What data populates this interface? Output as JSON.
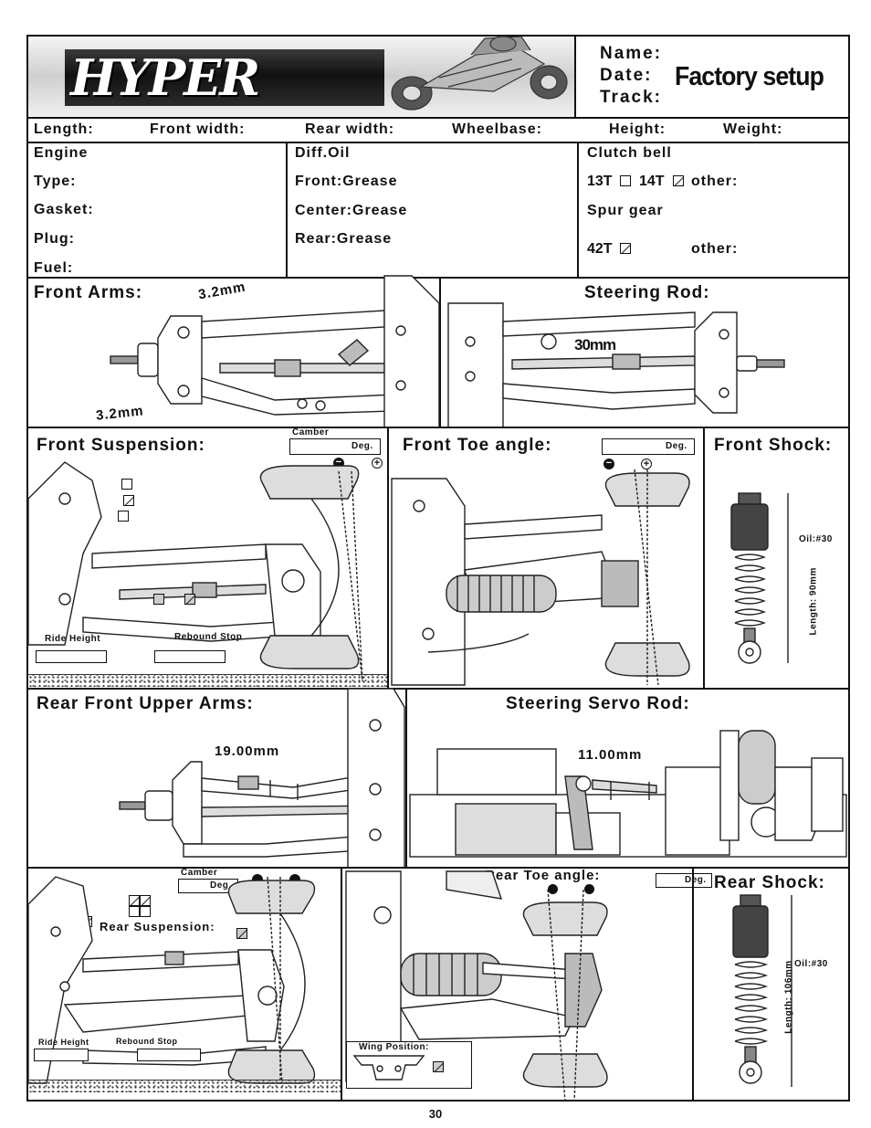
{
  "header": {
    "logo_text": "HYPER",
    "name_label": "Name:",
    "date_label": "Date:",
    "track_label": "Track:",
    "title": "Factory setup"
  },
  "dimensions": {
    "length": "Length:",
    "front_width": "Front width:",
    "rear_width": "Rear width:",
    "wheelbase": "Wheelbase:",
    "height": "Height:",
    "weight": "Weight:"
  },
  "engine": {
    "title": "Engine",
    "type": "Type:",
    "gasket": "Gasket:",
    "plug": "Plug:",
    "fuel": "Fuel:"
  },
  "diff": {
    "title": "Diff.Oil",
    "front": "Front:Grease",
    "center": "Center:Grease",
    "rear": "Rear:Grease"
  },
  "clutch": {
    "title": "Clutch bell",
    "opt1": "13T",
    "opt2": "14T",
    "other1": "other:",
    "spur_title": "Spur gear",
    "spur_opt": "42T",
    "other2": "other:"
  },
  "front_arms": {
    "title": "Front  Arms:",
    "dim_top": "3.2mm",
    "dim_bottom": "3.2mm"
  },
  "steering_rod": {
    "title": "Steering Rod:",
    "dim": "30mm"
  },
  "front_suspension": {
    "title": "Front Suspension:",
    "camber": "Camber",
    "deg": "Deg.",
    "ride_height": "Ride Height",
    "rebound_stop": "Rebound Stop"
  },
  "front_toe": {
    "title": "Front Toe angle:",
    "deg": "Deg."
  },
  "front_shock": {
    "title": "Front Shock:",
    "oil": "Oil:#30",
    "length": "Length:  90mm"
  },
  "rear_upper_arms": {
    "title": "Rear Front Upper Arms:",
    "dim": "19.00mm"
  },
  "steering_servo_rod": {
    "title": "Steering Servo Rod:",
    "dim": "11.00mm"
  },
  "rear_suspension": {
    "title": "Rear Suspension:",
    "camber": "Camber",
    "deg": "Deg.",
    "ride_height": "Ride Height",
    "rebound_stop": "Rebound Stop"
  },
  "rear_toe": {
    "title": "Rear Toe angle:",
    "deg": "Deg.",
    "wing_position": "Wing Position:"
  },
  "rear_shock": {
    "title": "Rear Shock:",
    "oil": "Oil:#30",
    "length": "Length: 106mm"
  },
  "footer": {
    "page_number": "30"
  }
}
